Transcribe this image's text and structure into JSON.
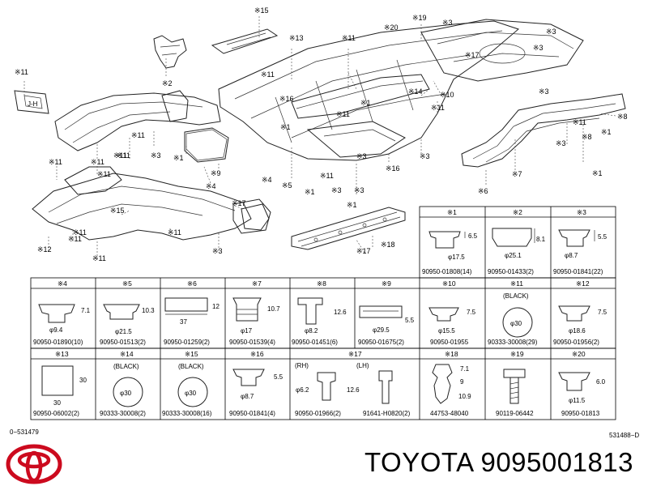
{
  "diagram": {
    "callouts": [
      "※15",
      "※19",
      "※20",
      "※3",
      "※2",
      "※13",
      "※11",
      "※11",
      "※3",
      "※17",
      "※3",
      "※11",
      "※14",
      "※10",
      "※11",
      "※1",
      "※11",
      "※16",
      "※8",
      "※1",
      "※11",
      "※3",
      "※1",
      "※3",
      "※11",
      "※9",
      "※4",
      "※11",
      "※7",
      "※1",
      "※6",
      "※4",
      "※5",
      "※1",
      "※3",
      "※3",
      "※11",
      "※16",
      "※3",
      "※12",
      "※11",
      "※15",
      "※17",
      "※11",
      "※1",
      "※11",
      "※11",
      "※11",
      "※17",
      "※18",
      "※3",
      "※11",
      "※11",
      "※1",
      "※3",
      "※8",
      "※3",
      "※11"
    ],
    "left_code": "0−531479",
    "right_code": "531488−D"
  },
  "parts_table": {
    "row1": [
      {
        "ref": "※1",
        "dims": [
          "6.5",
          "φ17.5"
        ],
        "part_no": "90950-01808(14)"
      },
      {
        "ref": "※2",
        "dims": [
          "8.1",
          "φ25.1"
        ],
        "part_no": "90950-01433(2)"
      },
      {
        "ref": "※3",
        "dims": [
          "5.5",
          "φ8.7"
        ],
        "part_no": "90950-01841(22)"
      }
    ],
    "row2": [
      {
        "ref": "※4",
        "dims": [
          "7.1",
          "φ9.4"
        ],
        "part_no": "90950-01890(10)"
      },
      {
        "ref": "※5",
        "dims": [
          "10.3",
          "φ21.5"
        ],
        "part_no": "90950-01513(2)"
      },
      {
        "ref": "※6",
        "dims": [
          "12",
          "37"
        ],
        "part_no": "90950-01259(2)"
      },
      {
        "ref": "※7",
        "dims": [
          "10.7",
          "φ17"
        ],
        "part_no": "90950-01539(4)"
      },
      {
        "ref": "※8",
        "dims": [
          "12.6",
          "φ8.2"
        ],
        "part_no": "90950-01451(6)"
      },
      {
        "ref": "※9",
        "dims": [
          "5.5",
          "φ29.5"
        ],
        "part_no": "90950-01675(2)"
      },
      {
        "ref": "※10",
        "dims": [
          "7.5",
          "φ15.5"
        ],
        "part_no": "90950-01955"
      },
      {
        "ref": "※11",
        "color": "(BLACK)",
        "dims": [
          "φ30"
        ],
        "part_no": "90333-30008(29)"
      },
      {
        "ref": "※12",
        "dims": [
          "7.5",
          "φ18.6"
        ],
        "part_no": "90950-01956(2)"
      }
    ],
    "row3": [
      {
        "ref": "※13",
        "dims": [
          "30",
          "30"
        ],
        "part_no": "90950-06002(2)"
      },
      {
        "ref": "※14",
        "color": "(BLACK)",
        "dims": [
          "φ30"
        ],
        "part_no": "90333-30008(2)"
      },
      {
        "ref": "※15",
        "color": "(BLACK)",
        "dims": [
          "φ30"
        ],
        "part_no": "90333-30008(16)"
      },
      {
        "ref": "※16",
        "dims": [
          "5.5",
          "φ8.7"
        ],
        "part_no": "90950-01841(4)"
      },
      {
        "ref": "※17",
        "sub_rh": "(RH)",
        "sub_lh": "(LH)",
        "dims": [
          "12.6",
          "φ6.2"
        ],
        "part_no_rh": "90950-01966(2)",
        "part_no_lh": "91641-H0820(2)"
      },
      {
        "ref": "※18",
        "dims": [
          "7.1",
          "9",
          "10.9"
        ],
        "part_no": "44753-48040"
      },
      {
        "ref": "※19",
        "part_no": "90119-06442"
      },
      {
        "ref": "※20",
        "dims": [
          "6.0",
          "φ11.5"
        ],
        "part_no": "90950-01813"
      }
    ]
  },
  "brand": {
    "title": "TOYOTA 9095001813",
    "logo_color": "#cc0a1e"
  }
}
